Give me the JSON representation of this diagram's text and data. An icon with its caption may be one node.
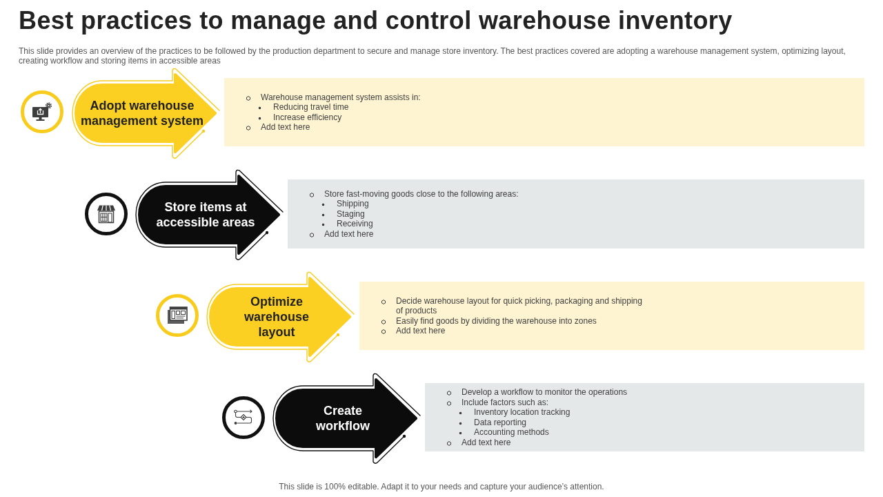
{
  "diagram": {
    "title": "Best practices to manage and control warehouse inventory",
    "nodes": [
      {
        "text": [],
        "shape": "circle"
      },
      {
        "text": [
          "Adopt warehouse management system"
        ]
      },
      {
        "text": [
          "Warehouse management system assists in:",
          "Reducing travel time",
          "Increase efficiency",
          "Add text here"
        ]
      },
      {
        "text": [],
        "shape": "circle"
      },
      {
        "text": [
          "Store items at accessible areas"
        ]
      },
      {
        "text": [
          "Store fast-moving goods close to the following areas:",
          "Shipping",
          "Staging",
          "Receiving",
          "Add text here"
        ]
      },
      {
        "text": [],
        "shape": "circle"
      },
      {
        "text": [
          "Optimize warehouse layout"
        ]
      },
      {
        "text": [
          "Decide warehouse layout for quick picking, packaging and shipping of products",
          "Easily find goods by dividing the warehouse into zones",
          "Add text here"
        ]
      },
      {
        "text": [],
        "shape": "circle"
      },
      {
        "text": [
          "Create workflow"
        ]
      },
      {
        "text": [
          "Develop a workflow to monitor the operations",
          "Include factors such as:",
          "Inventory location tracking",
          "Data reporting",
          "Accounting methods",
          "Add text here"
        ]
      }
    ],
    "labels": [
      "This slide provides an overview of the practices to be followed by the production department to secure and manage store inventory. The best practices covered are adopting a warehouse management system, optimizing layout, creating workflow and storing items in accessible areas",
      "This slide is 100% editable. Adapt it to your needs and capture your audience’s attention."
    ]
  }
}
